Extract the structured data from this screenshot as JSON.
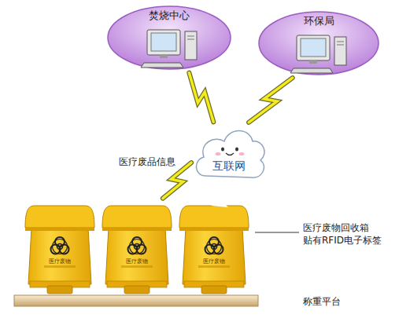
{
  "diagram": {
    "nodes": [
      {
        "text": [
          "焚烧中心"
        ]
      },
      {
        "text": [
          "环保局"
        ]
      },
      {
        "text": [
          "互联网"
        ]
      },
      {
        "text": [
          "医疗废物回收箱 贴有RFID电子标签"
        ]
      }
    ],
    "edges": [
      {
        "from": 2,
        "to": 0,
        "arrow": "none"
      },
      {
        "from": 2,
        "to": 1,
        "arrow": "none"
      },
      {
        "from": 3,
        "to": 2,
        "label": "医疗废品信息",
        "arrow": "none"
      }
    ],
    "labels": [
      "称重平台",
      "医疗废物",
      "医疗废物",
      "医疗废物"
    ]
  }
}
